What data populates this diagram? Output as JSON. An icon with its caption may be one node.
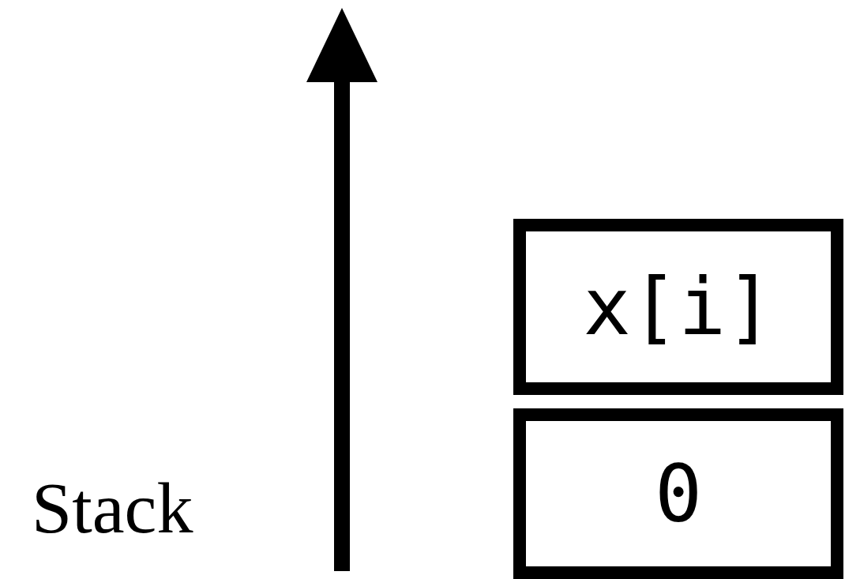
{
  "diagram": {
    "nodes": [
      {
        "text": [
          "x[i]"
        ]
      },
      {
        "text": [
          "0"
        ]
      }
    ],
    "labels": [
      "Stack"
    ]
  }
}
